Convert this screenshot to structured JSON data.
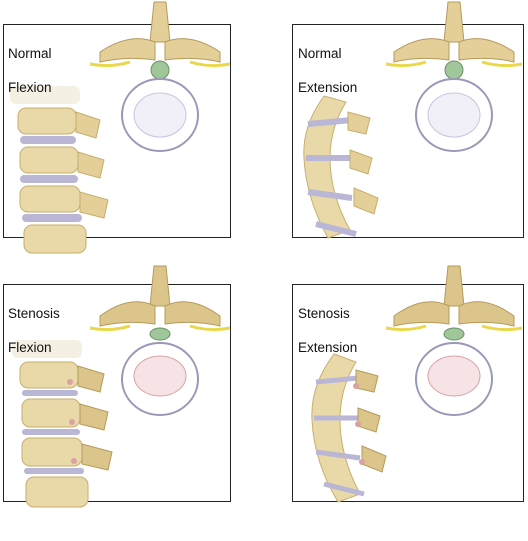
{
  "panels": [
    {
      "id": "normal-flexion",
      "label_line1": "Normal",
      "label_line2": "Flexion",
      "condition": "normal",
      "posture": "flexion"
    },
    {
      "id": "normal-extension",
      "label_line1": "Normal",
      "label_line2": "Extension",
      "condition": "normal",
      "posture": "extension"
    },
    {
      "id": "stenosis-flexion",
      "label_line1": "Stenosis",
      "label_line2": "Flexion",
      "condition": "stenosis",
      "posture": "flexion"
    },
    {
      "id": "stenosis-extension",
      "label_line1": "Stenosis",
      "label_line2": "Extension",
      "condition": "stenosis",
      "posture": "extension"
    }
  ],
  "colors": {
    "bone": "#e9d9a8",
    "bone_shadow": "#c7ae6e",
    "disc": "#b9b6d6",
    "disc_core": "#f1eff8",
    "nerve": "#e8d84a",
    "canal_normal": "#9fc79a",
    "canal_stenosis": "#d9a3a3",
    "frame": "#222222"
  }
}
